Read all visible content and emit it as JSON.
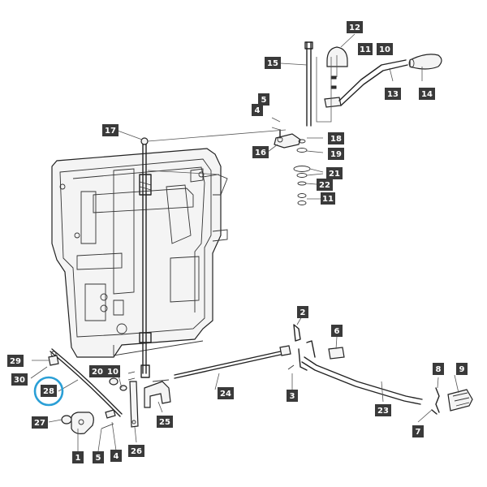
{
  "callouts": [
    {
      "id": "c1",
      "label": "1"
    },
    {
      "id": "c2",
      "label": "2"
    },
    {
      "id": "c3",
      "label": "3"
    },
    {
      "id": "c4a",
      "label": "4"
    },
    {
      "id": "c4b",
      "label": "4"
    },
    {
      "id": "c5a",
      "label": "5"
    },
    {
      "id": "c5b",
      "label": "5"
    },
    {
      "id": "c6",
      "label": "6"
    },
    {
      "id": "c7",
      "label": "7"
    },
    {
      "id": "c8",
      "label": "8"
    },
    {
      "id": "c9",
      "label": "9"
    },
    {
      "id": "c10a",
      "label": "10"
    },
    {
      "id": "c10b",
      "label": "10"
    },
    {
      "id": "c11a",
      "label": "11"
    },
    {
      "id": "c11b",
      "label": "11"
    },
    {
      "id": "c12",
      "label": "12"
    },
    {
      "id": "c13",
      "label": "13"
    },
    {
      "id": "c14",
      "label": "14"
    },
    {
      "id": "c15",
      "label": "15"
    },
    {
      "id": "c16",
      "label": "16"
    },
    {
      "id": "c17",
      "label": "17"
    },
    {
      "id": "c18",
      "label": "18"
    },
    {
      "id": "c19",
      "label": "19"
    },
    {
      "id": "c20",
      "label": "20"
    },
    {
      "id": "c21",
      "label": "21"
    },
    {
      "id": "c22",
      "label": "22"
    },
    {
      "id": "c23",
      "label": "23"
    },
    {
      "id": "c24",
      "label": "24"
    },
    {
      "id": "c25",
      "label": "25"
    },
    {
      "id": "c26",
      "label": "26"
    },
    {
      "id": "c27",
      "label": "27"
    },
    {
      "id": "c28",
      "label": "28"
    },
    {
      "id": "c29",
      "label": "29"
    },
    {
      "id": "c30",
      "label": "30"
    }
  ],
  "highlight": {
    "target": "28",
    "color": "#2a9fd6"
  }
}
